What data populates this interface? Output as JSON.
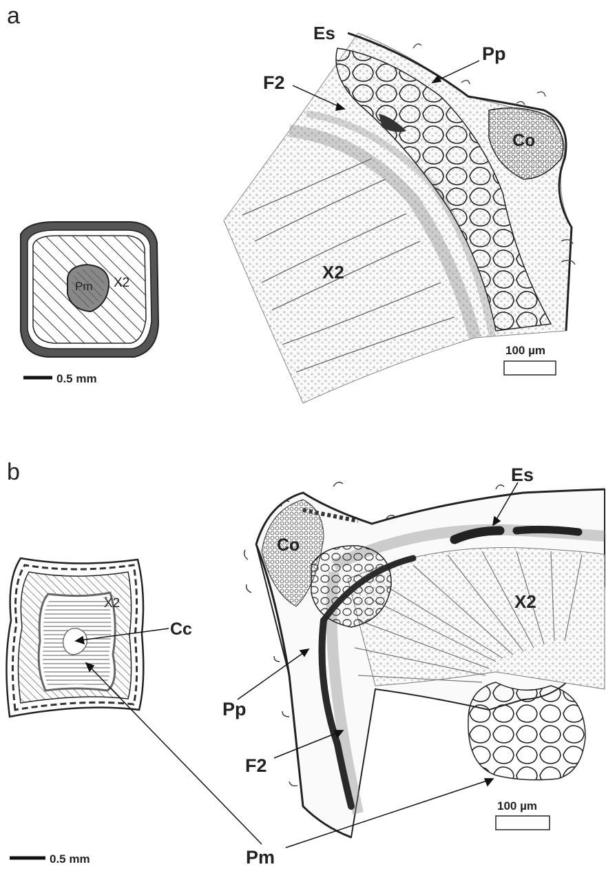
{
  "panels": [
    {
      "letter": "a",
      "overview": {
        "core_label": "Pm",
        "region_label": "X2",
        "scale_label": "0.5 mm"
      },
      "section": {
        "labels": {
          "es": "Es",
          "pp": "Pp",
          "f2": "F2",
          "co": "Co",
          "x2": "X2"
        },
        "scale_label": "100 µm"
      }
    },
    {
      "letter": "b",
      "overview": {
        "region_label": "X2",
        "center_label": "Cc",
        "scale_label": "0.5 mm"
      },
      "section": {
        "labels": {
          "es": "Es",
          "co": "Co",
          "x2": "X2",
          "pp": "Pp",
          "f2": "F2",
          "pm": "Pm"
        },
        "scale_label": "100 µm"
      }
    }
  ],
  "colors": {
    "ink": "#222222",
    "paper": "#ffffff"
  }
}
